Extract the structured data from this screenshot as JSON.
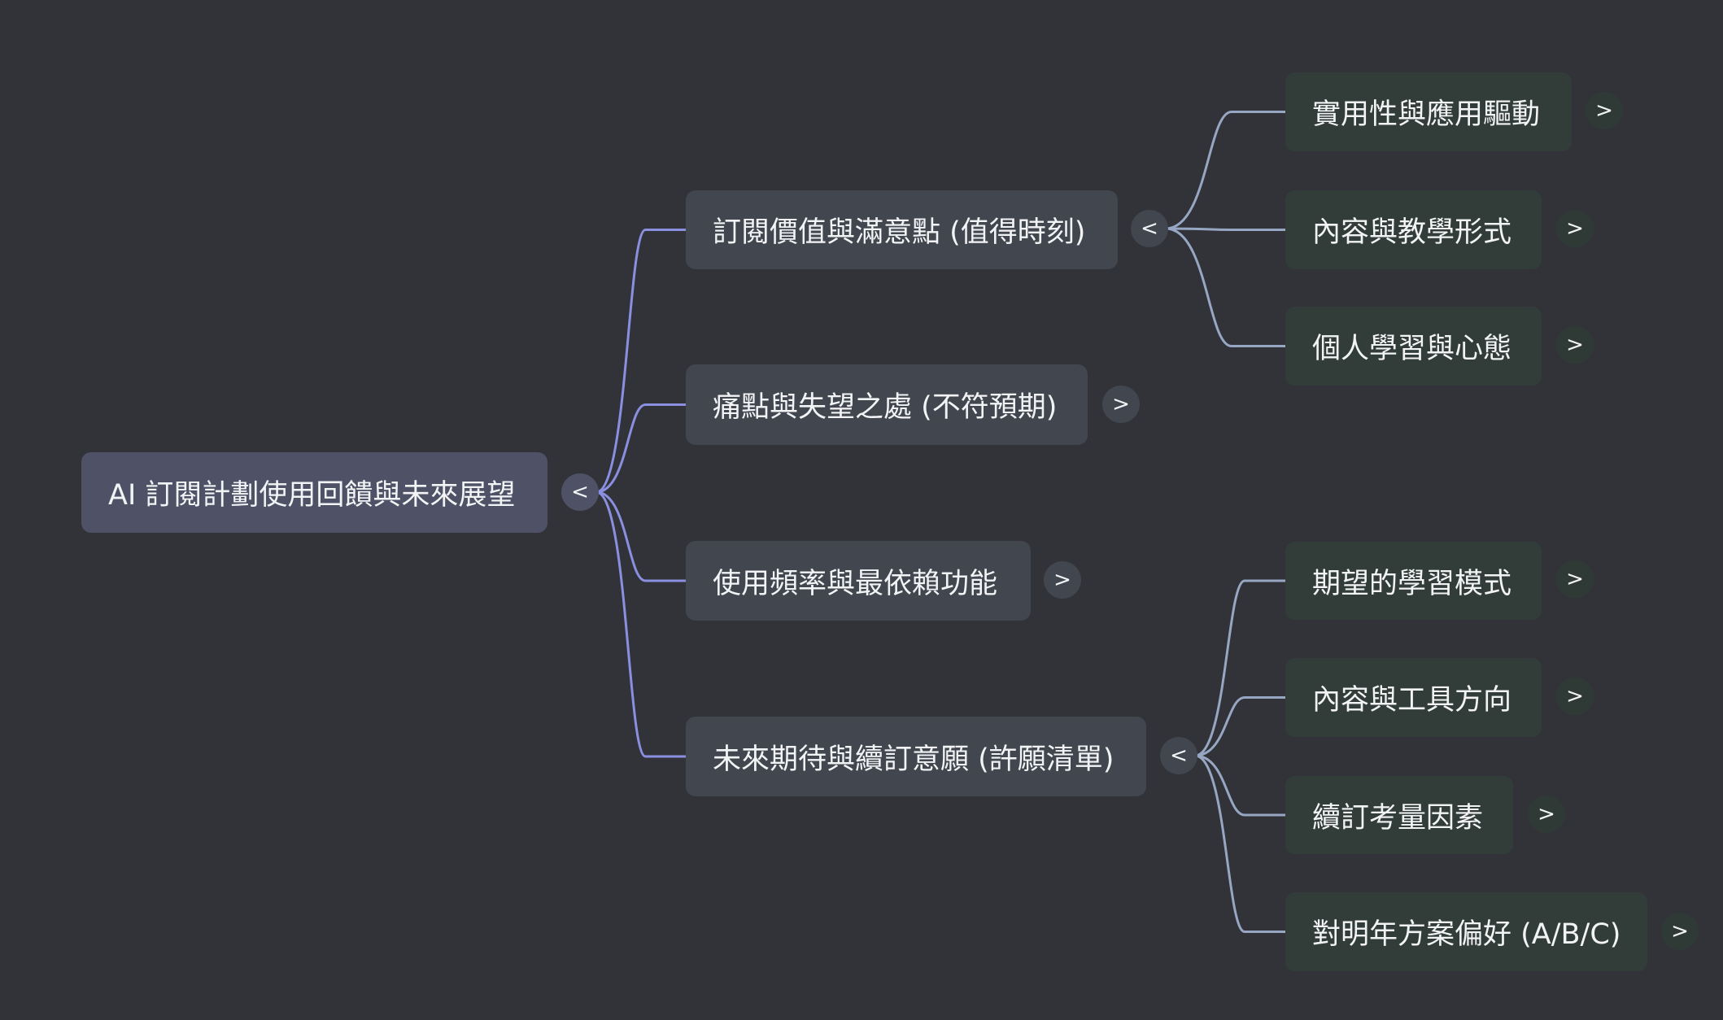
{
  "colors": {
    "background": "#313338",
    "root_fill": "#4f5266",
    "level1_fill": "#41464f",
    "level2_fill": "#323d3a",
    "root_edge": "#8b8fe0",
    "level1_edge": "#97a6c2"
  },
  "toggle_icons": {
    "collapse": "<",
    "expand": ">"
  },
  "root": {
    "label": "AI 訂閱計劃使用回饋與未來展望",
    "children": [
      {
        "label": "訂閱價值與滿意點 (值得時刻)",
        "expanded": true,
        "children": [
          {
            "label": "實用性與應用驅動"
          },
          {
            "label": "內容與教學形式"
          },
          {
            "label": "個人學習與心態"
          }
        ]
      },
      {
        "label": "痛點與失望之處 (不符預期)",
        "expanded": false
      },
      {
        "label": "使用頻率與最依賴功能",
        "expanded": false
      },
      {
        "label": "未來期待與續訂意願 (許願清單)",
        "expanded": true,
        "children": [
          {
            "label": "期望的學習模式"
          },
          {
            "label": "內容與工具方向"
          },
          {
            "label": "續訂考量因素"
          },
          {
            "label": "對明年方案偏好 (A/B/C)"
          }
        ]
      }
    ]
  }
}
